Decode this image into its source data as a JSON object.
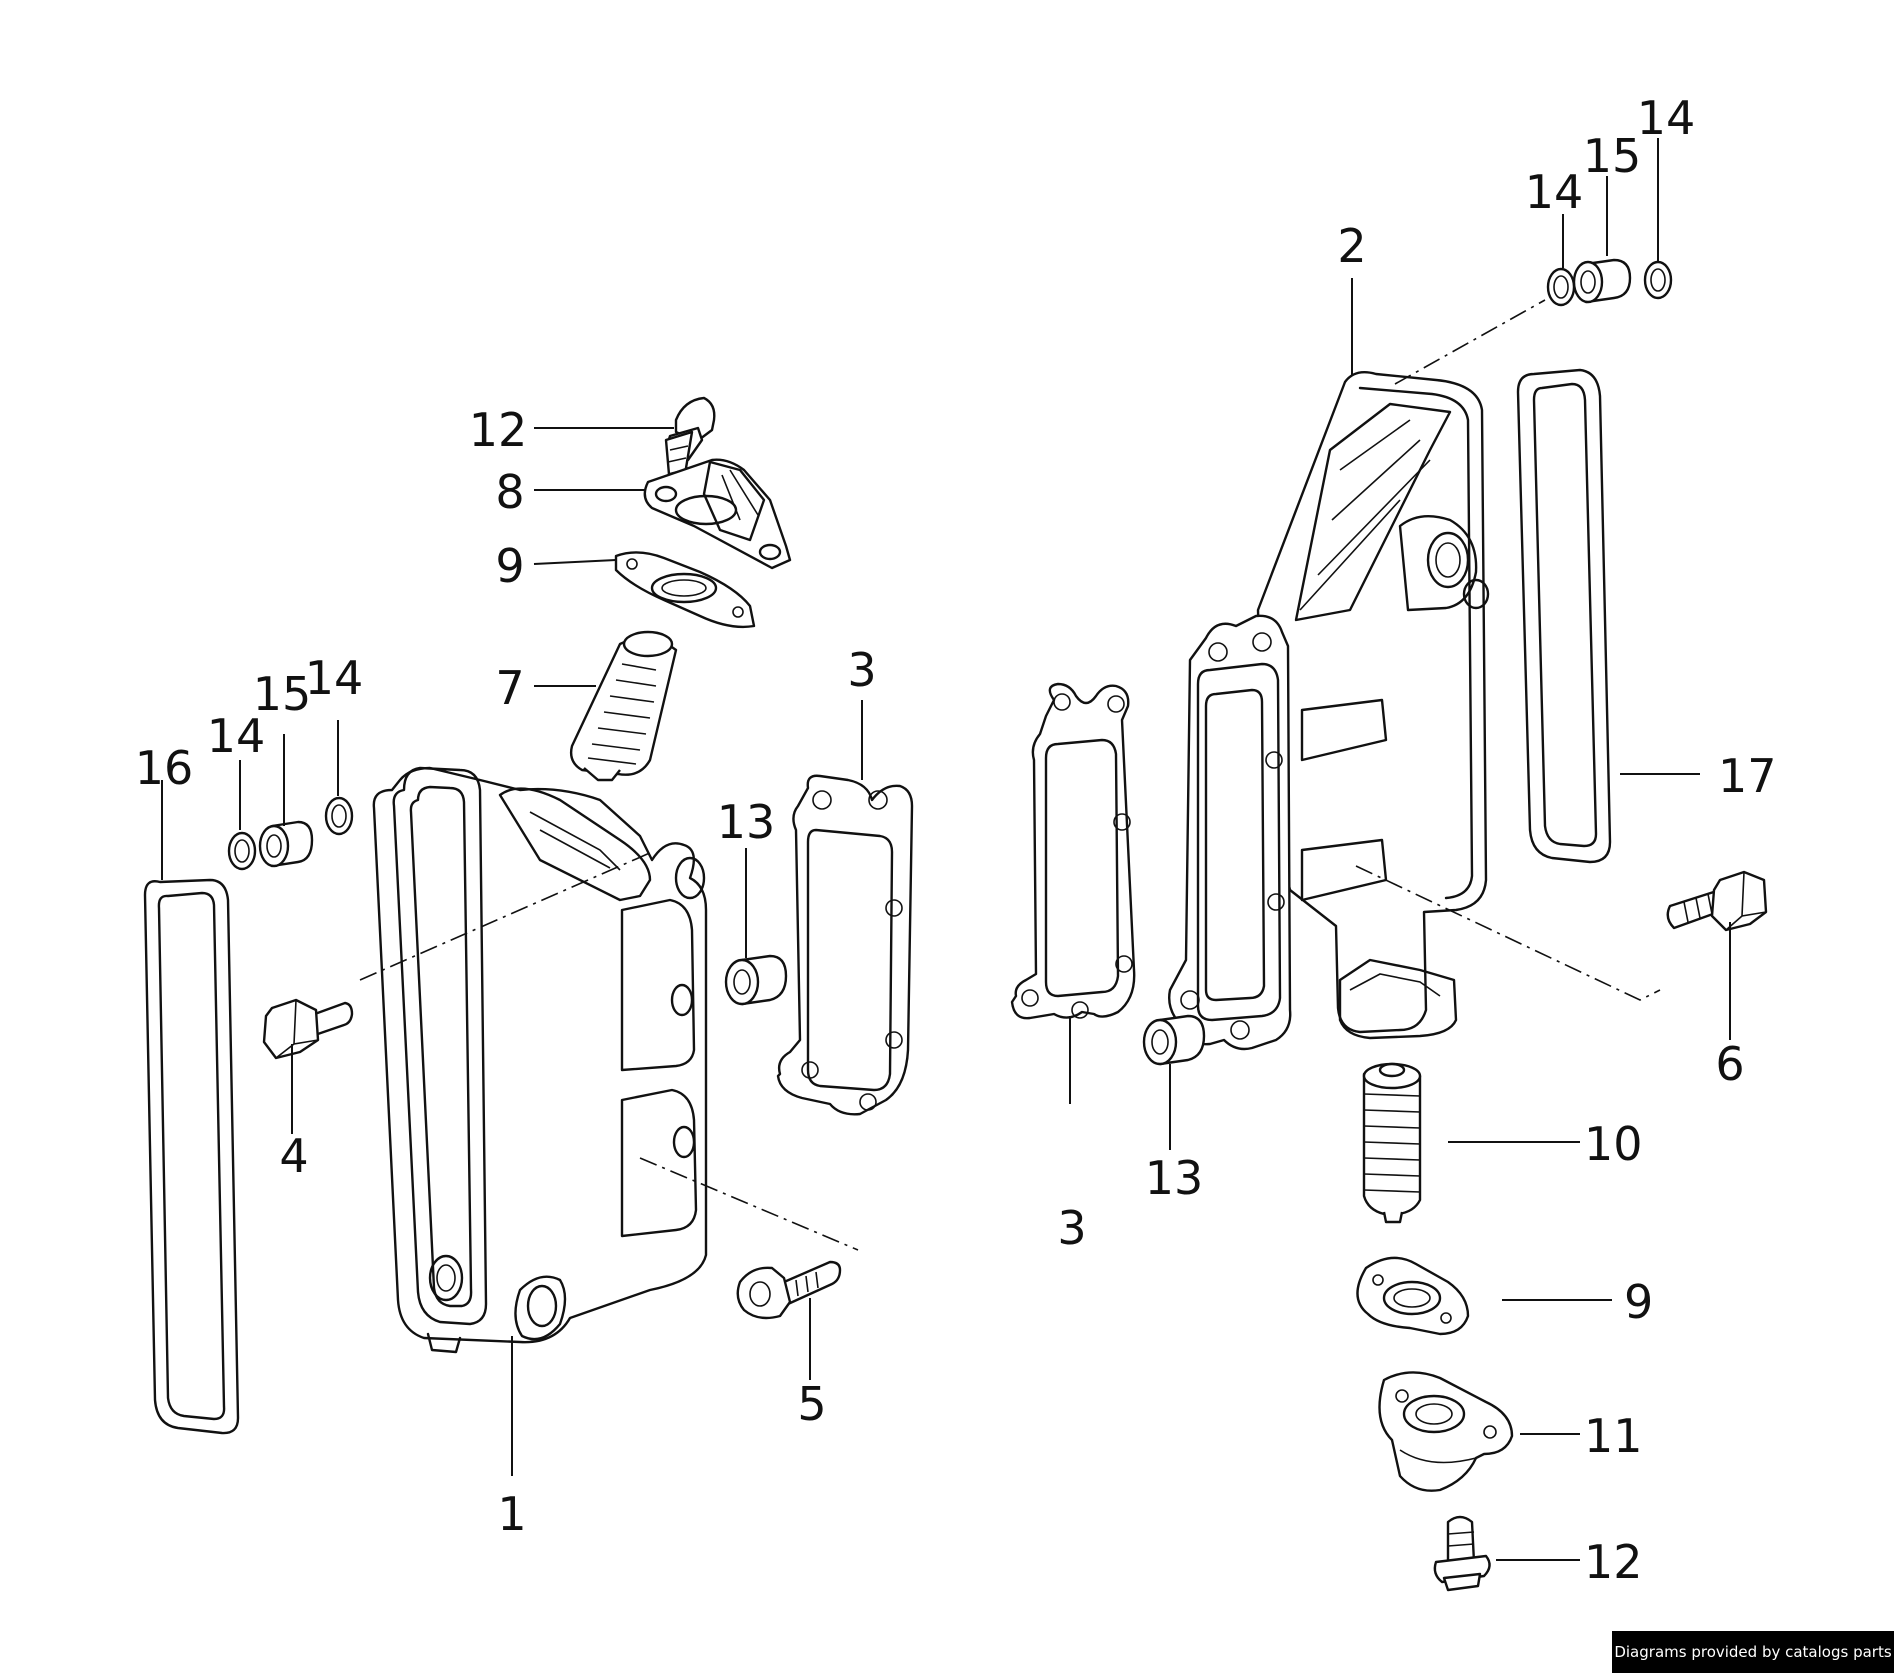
{
  "callouts": [
    {
      "id": "c1",
      "label": "1"
    },
    {
      "id": "c2",
      "label": "2"
    },
    {
      "id": "c3a",
      "label": "3"
    },
    {
      "id": "c3b",
      "label": "3"
    },
    {
      "id": "c4",
      "label": "4"
    },
    {
      "id": "c5",
      "label": "5"
    },
    {
      "id": "c6",
      "label": "6"
    },
    {
      "id": "c7",
      "label": "7"
    },
    {
      "id": "c8",
      "label": "8"
    },
    {
      "id": "c9a",
      "label": "9"
    },
    {
      "id": "c9b",
      "label": "9"
    },
    {
      "id": "c10",
      "label": "10"
    },
    {
      "id": "c11",
      "label": "11"
    },
    {
      "id": "c12a",
      "label": "12"
    },
    {
      "id": "c12b",
      "label": "12"
    },
    {
      "id": "c13a",
      "label": "13"
    },
    {
      "id": "c13b",
      "label": "13"
    },
    {
      "id": "c14a",
      "label": "14"
    },
    {
      "id": "c14b",
      "label": "14"
    },
    {
      "id": "c14c",
      "label": "14"
    },
    {
      "id": "c14d",
      "label": "14"
    },
    {
      "id": "c15a",
      "label": "15"
    },
    {
      "id": "c15b",
      "label": "15"
    },
    {
      "id": "c16",
      "label": "16"
    },
    {
      "id": "c17",
      "label": "17"
    }
  ],
  "footer": {
    "credit": "Diagrams provided by catalogs parts"
  }
}
